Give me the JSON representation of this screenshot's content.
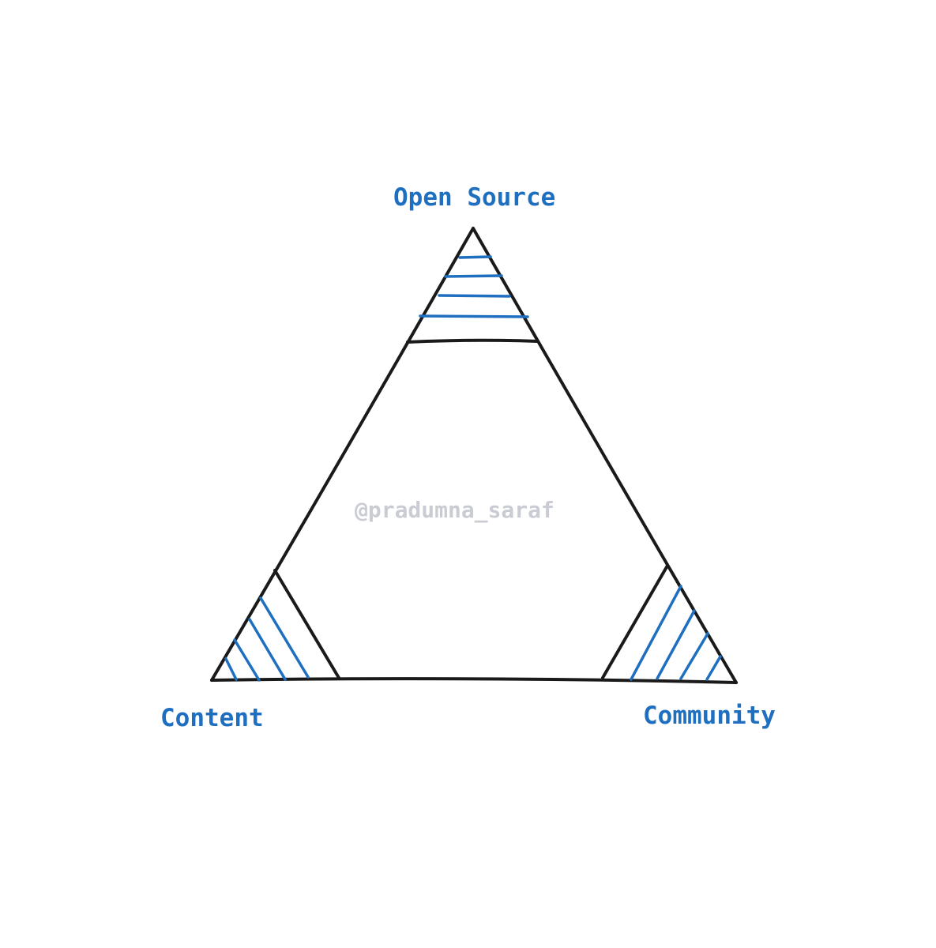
{
  "diagram": {
    "vertices": {
      "top": {
        "label": "Open Source"
      },
      "bottom_left": {
        "label": "Content"
      },
      "bottom_right": {
        "label": "Community"
      }
    },
    "watermark": "@pradumna_saraf"
  },
  "colors": {
    "background": "#ffffff",
    "outline": "#1a1a1a",
    "accent_blue": "#1f6fc0",
    "watermark": "#c9ccd3"
  }
}
